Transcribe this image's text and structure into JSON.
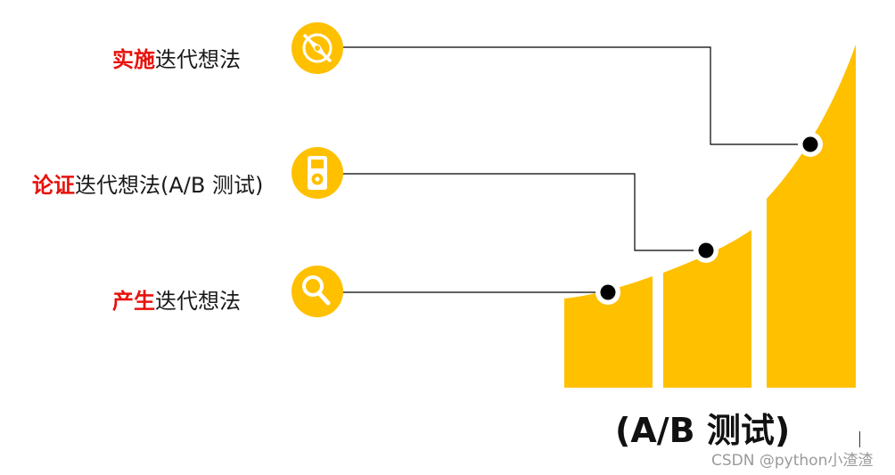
{
  "steps": [
    {
      "highlight": "实施",
      "rest": "迭代想法",
      "icon": "compass-icon"
    },
    {
      "highlight": "论证",
      "rest": "迭代想法(A/B 测试)",
      "icon": "ipod-icon"
    },
    {
      "highlight": "产生",
      "rest": "迭代想法",
      "icon": "magnifier-icon"
    }
  ],
  "caption": "(A/B 测试)",
  "watermark": "CSDN @python小渣渣",
  "colors": {
    "accent_yellow": "#FFC000",
    "highlight_red": "#E8120C",
    "line": "#000000"
  }
}
